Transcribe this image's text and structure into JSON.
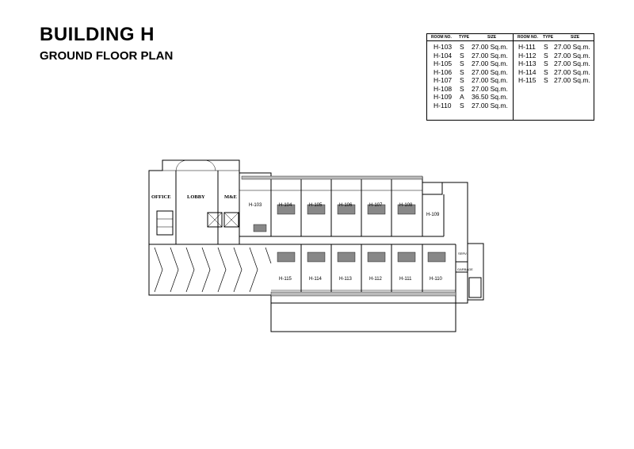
{
  "header": {
    "title": "BUILDING H",
    "subtitle": "GROUND FLOOR PLAN"
  },
  "legend": {
    "headers": {
      "room": "ROOM NO.",
      "type": "TYPE",
      "size": "SIZE"
    },
    "left_rows": [
      {
        "room": "H-103",
        "type": "S",
        "size": "27.00 Sq.m."
      },
      {
        "room": "H-104",
        "type": "S",
        "size": "27.00 Sq.m."
      },
      {
        "room": "H-105",
        "type": "S",
        "size": "27.00 Sq.m."
      },
      {
        "room": "H-106",
        "type": "S",
        "size": "27.00 Sq.m."
      },
      {
        "room": "H-107",
        "type": "S",
        "size": "27.00 Sq.m."
      },
      {
        "room": "H-108",
        "type": "S",
        "size": "27.00 Sq.m."
      },
      {
        "room": "H-109",
        "type": "A",
        "size": "36.50 Sq.m."
      },
      {
        "room": "H-110",
        "type": "S",
        "size": "27.00 Sq.m."
      }
    ],
    "right_rows": [
      {
        "room": "H-111",
        "type": "S",
        "size": "27.00 Sq.m."
      },
      {
        "room": "H-112",
        "type": "S",
        "size": "27.00 Sq.m."
      },
      {
        "room": "H-113",
        "type": "S",
        "size": "27.00 Sq.m."
      },
      {
        "room": "H-114",
        "type": "S",
        "size": "27.00 Sq.m."
      },
      {
        "room": "H-115",
        "type": "S",
        "size": "27.00 Sq.m."
      }
    ]
  },
  "plan": {
    "zones": {
      "office": "OFFICE",
      "lobby": "LOBBY",
      "me": "M&E",
      "garbage": "GARBAGE",
      "misc": "SERV."
    },
    "top_rooms": [
      "H-103",
      "H-104",
      "H-105",
      "H-106",
      "H-107",
      "H-108"
    ],
    "corner_room": "H-109",
    "bottom_rooms": [
      "H-115",
      "H-114",
      "H-113",
      "H-112",
      "H-111",
      "H-110"
    ]
  }
}
